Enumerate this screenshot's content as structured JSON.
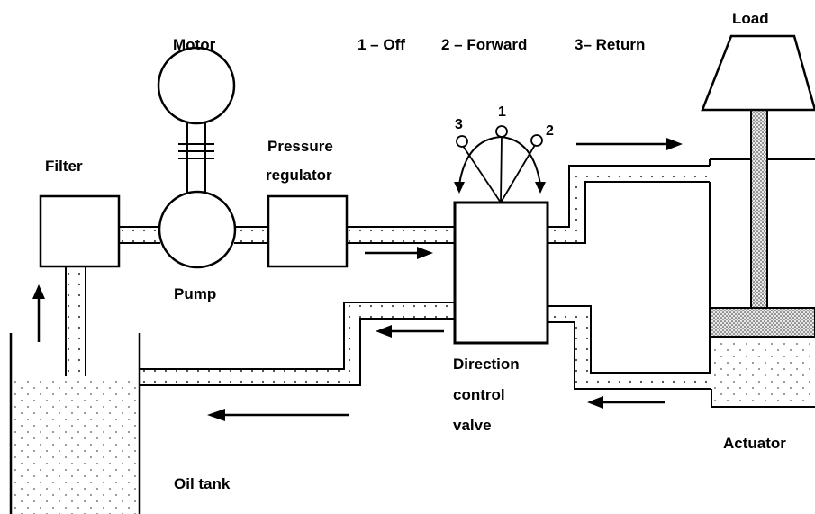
{
  "legend": {
    "off": "1 – Off",
    "forward": "2 – Forward",
    "return": "3– Return"
  },
  "labels": {
    "load": "Load",
    "motor": "Motor",
    "filter": "Filter",
    "pressure_line1": "Pressure",
    "pressure_line2": "regulator",
    "pump": "Pump",
    "direction_line1": "Direction",
    "direction_line2": "control",
    "direction_line3": "valve",
    "actuator": "Actuator",
    "oil_tank": "Oil tank"
  },
  "valve_positions": {
    "p1": "1",
    "p2": "2",
    "p3": "3"
  },
  "colors": {
    "stroke": "#000000",
    "background": "#ffffff",
    "fluid_dot": "#555555"
  }
}
